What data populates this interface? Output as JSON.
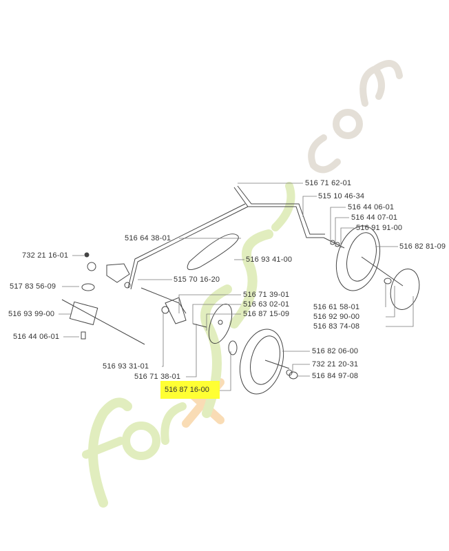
{
  "watermark": "forestgarden.com",
  "highlight_color": "#ffff33",
  "highlighted_part": "516 87 16-00",
  "parts": [
    "516 71 62-01",
    "515 10 46-34",
    "516 44 06-01",
    "516 44 07-01",
    "516 91 91-00",
    "516 82 81-09",
    "516 61 58-01",
    "516 92 90-00",
    "516 83 74-08",
    "516 64 38-01",
    "732 21 16-01",
    "516 93 41-00",
    "517 83 56-09",
    "515 70 16-20",
    "516 71 39-01",
    "516 63 02-01",
    "516 87 15-09",
    "516 93 99-00",
    "516 44 06-01",
    "516 93 31-01",
    "516 82 06-00",
    "732 21 20-31",
    "516 71 38-01",
    "516 84 97-08"
  ]
}
